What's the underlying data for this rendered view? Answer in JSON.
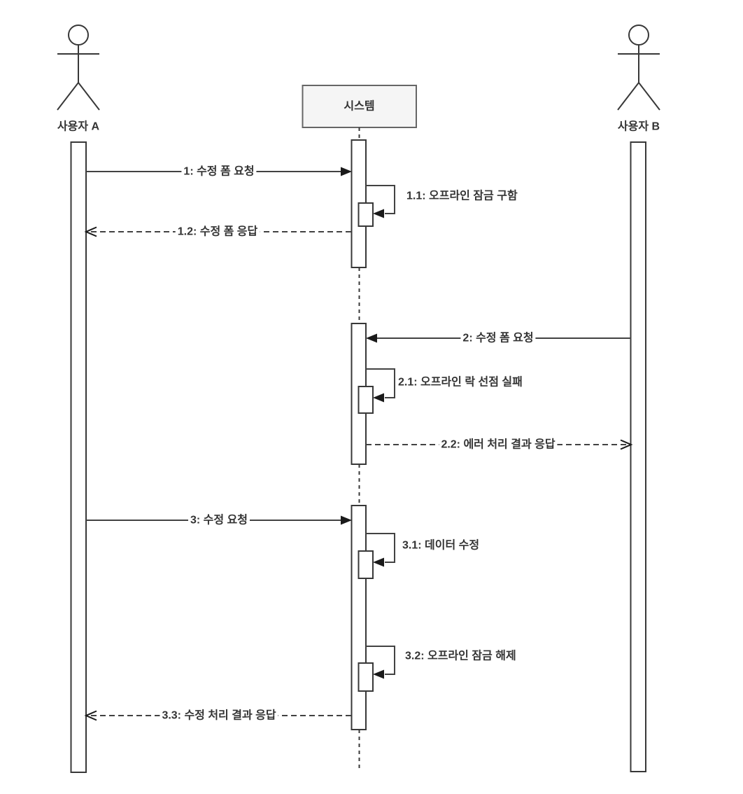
{
  "diagram": {
    "type": "uml-sequence-diagram",
    "participants": [
      {
        "id": "userA",
        "kind": "actor",
        "label": "사용자 A"
      },
      {
        "id": "system",
        "kind": "object",
        "label": "시스템"
      },
      {
        "id": "userB",
        "kind": "actor",
        "label": "사용자 B"
      }
    ],
    "messages": [
      {
        "seq": "1",
        "label": "1: 수정 폼 요청",
        "from": "userA",
        "to": "system",
        "style": "solid"
      },
      {
        "seq": "1.1",
        "label": "1.1: 오프라인 잠금 구함",
        "from": "system",
        "to": "system",
        "style": "self"
      },
      {
        "seq": "1.2",
        "label": "1.2: 수정 폼 응답",
        "from": "system",
        "to": "userA",
        "style": "dashed-return"
      },
      {
        "seq": "2",
        "label": "2: 수정 폼 요청",
        "from": "userB",
        "to": "system",
        "style": "solid"
      },
      {
        "seq": "2.1",
        "label": "2.1: 오프라인 락 선점 실패",
        "from": "system",
        "to": "system",
        "style": "self"
      },
      {
        "seq": "2.2",
        "label": "2.2: 에러 처리 결과 응답",
        "from": "system",
        "to": "userB",
        "style": "dashed-return"
      },
      {
        "seq": "3",
        "label": "3: 수정 요청",
        "from": "userA",
        "to": "system",
        "style": "solid"
      },
      {
        "seq": "3.1",
        "label": "3.1: 데이터 수정",
        "from": "system",
        "to": "system",
        "style": "self"
      },
      {
        "seq": "3.2",
        "label": "3.2: 오프라인 잠금 해제",
        "from": "system",
        "to": "system",
        "style": "self"
      },
      {
        "seq": "3.3",
        "label": "3.3: 수정 처리 결과 응답",
        "from": "system",
        "to": "userA",
        "style": "dashed-return"
      }
    ],
    "colors": {
      "background": "#ffffff",
      "stroke": "#383838",
      "system_box_fill": "#f5f5f5",
      "system_box_stroke": "#666666",
      "text": "#333333"
    }
  }
}
